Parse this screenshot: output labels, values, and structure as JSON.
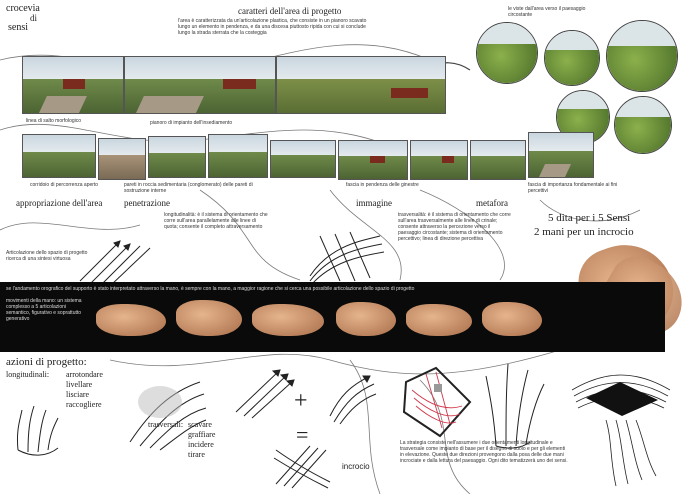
{
  "header": {
    "title_a": "crocevia",
    "title_b": "di",
    "title_c": "sensi",
    "area_title": "caratteri dell'area di progetto",
    "description": "l'area è caratterizzata da un'articolazione plastica, che consiste in un pianoro scavato lungo un elemento in pendenza, e da una discesa piuttosto ripida con cui si conclude lungo la strada sterrata che la costeggia",
    "views_label": "le viste dall'area verso il paesaggio circostante"
  },
  "captions": {
    "salto": "linea di salto morfologico",
    "pianoro": "pianoro di impianto dell'insediamento",
    "corridoio": "corridoio di percorrenza aperto",
    "pareti": "pareti in roccia sedimentaria (conglomerato) delle pareti di sostruzione interne",
    "fascia_pendenza": "fascia in pendenza delle ginestre",
    "fascia_importanza": "fascia di importanza fondamentale ai fini percettivi"
  },
  "concepts": {
    "appropriazione": "appropriazione dell'area",
    "penetrazione": "penetrazione",
    "immagine": "immagine",
    "metafora": "metafora",
    "slogan_1": "5 dita per i 5 Sensi",
    "slogan_2": "2 mani per un incrocio"
  },
  "notes": {
    "articolazione": "Articolazione dello spazio di progetto ricerca di una sintesi virtuosa",
    "longitudinalita": "longitudinalità: è il sistema di orientamento che corre sull'area parallelamente alle linee di quota; consente il completo attraversamento",
    "trasversalita": "trasversalità: è il sistema di orientamento che corre sull'area trasversalmente alle linee di crinale; consente attraverso la percezione verso il paesaggio circostante; sistema di orientamento percettivo; linea di direzione percettiva"
  },
  "band": {
    "text": "se l'andamento orografico del supporto è stato interpretato attraverso la mano, è sempre con la mano, a maggior ragione che si cerca una possibile articolazione dello spazio di progetto",
    "movimenti": "movimenti della mano: un sistema complesso a 5 articolazioni semantico, figurativo e soprattutto generativo"
  },
  "azioni": {
    "title": "azioni di progetto:",
    "longitudinali_label": "longitudinali:",
    "longitudinali_items": [
      "arrotondare",
      "livellare",
      "lisciare",
      "raccogliere"
    ],
    "trasversali_label": "trasversali:",
    "trasversali_items": [
      "scavare",
      "graffiare",
      "incidere",
      "tirare"
    ],
    "plus": "+",
    "equals": "=",
    "incrocio": "incrocio",
    "strategia": "La strategia consiste nell'assumere i due orientamenti longitudinale e trasversale come impianto di base per il disegno di suolo e per gli elementi in elevazione. Queste due direzioni provengono dalla posa delle due mani incrociate e dalla lettura del paesaggio. Ogni dito tematizzerà uno dei sensi."
  },
  "colors": {
    "band": "#0a0a0a",
    "skin": "#d9a37c",
    "arrow_red": "#d0374a"
  }
}
